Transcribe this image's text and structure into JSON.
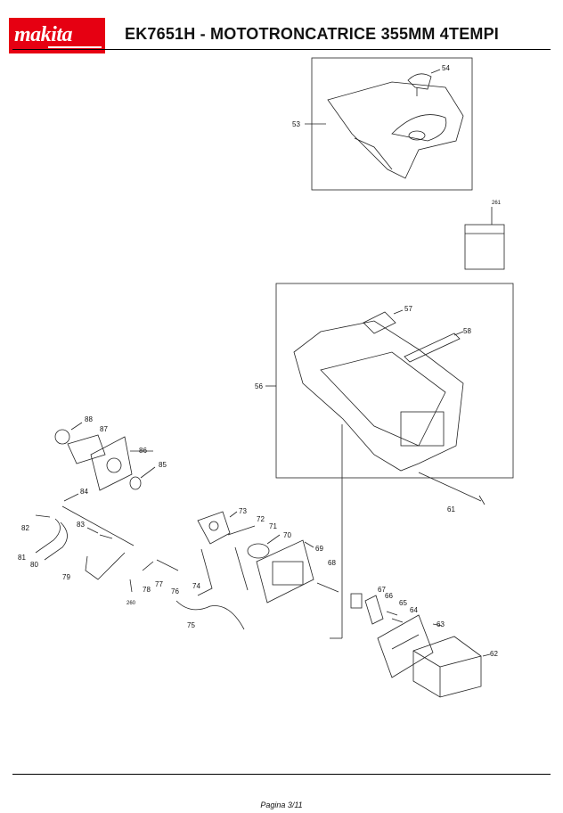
{
  "header": {
    "logo_text": "makita",
    "title": "EK7651H - MOTOTRONCATRICE 355MM 4TEMPI"
  },
  "colors": {
    "brand": "#e60012",
    "line": "#000000"
  },
  "parts": {
    "p53": "53",
    "p54": "54",
    "p261": "261",
    "p57": "57",
    "p58": "58",
    "p56": "56",
    "p61": "61",
    "p88": "88",
    "p87": "87",
    "p86": "86",
    "p85": "85",
    "p84": "84",
    "p82": "82",
    "p83": "83",
    "p81": "81",
    "p80": "80",
    "p79": "79",
    "p260": "260",
    "p78": "78",
    "p77": "77",
    "p76": "76",
    "p73": "73",
    "p72": "72",
    "p71": "71",
    "p70": "70",
    "p69": "69",
    "p68": "68",
    "p74": "74",
    "p75": "75",
    "p67": "67",
    "p66": "66",
    "p65": "65",
    "p64": "64",
    "p63": "63",
    "p62": "62"
  },
  "footer": {
    "page_label": "Pagina 3/11"
  }
}
